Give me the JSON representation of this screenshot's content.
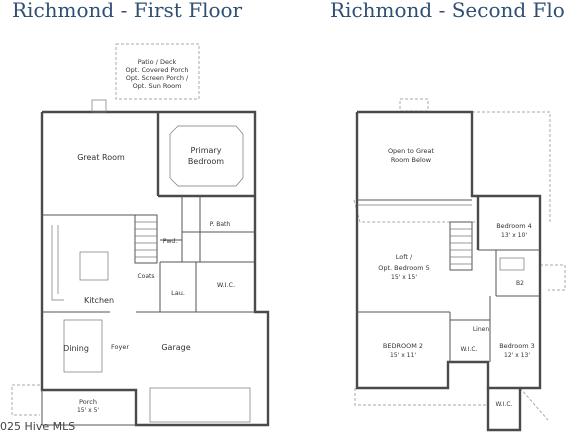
{
  "titles": {
    "first": "Richmond - First Floor",
    "second": "Richmond - Second Flo"
  },
  "first_floor": {
    "patio_l1": "Patio / Deck",
    "patio_l2": "Opt. Covered Porch",
    "patio_l3": "Opt. Screen Porch /",
    "patio_l4": "Opt. Sun Room",
    "great_room": "Great Room",
    "primary_l1": "Primary",
    "primary_l2": "Bedroom",
    "p_bath": "P. Bath",
    "pwd": "Pwd.",
    "lau": "Lau.",
    "wic": "W.I.C.",
    "kitchen": "Kitchen",
    "dining": "Dining",
    "foyer": "Foyer",
    "garage": "Garage",
    "porch": "Porch",
    "porch_size": "15' x 5'",
    "coats": "Coats"
  },
  "second_floor": {
    "open_l1": "Open to Great",
    "open_l2": "Room Below",
    "bed4": "Bedroom 4",
    "bed4_size": "13' x 10'",
    "loft_l1": "Loft /",
    "loft_l2": "Opt. Bedroom 5",
    "loft_size": "15' x 15'",
    "b2": "B2",
    "linen": "Linen",
    "bed2": "BEDROOM 2",
    "bed2_size": "15' x 11'",
    "wic_mid": "W.I.C.",
    "bed3": "Bedroom 3",
    "bed3_size": "12' x 13'",
    "wic_bottom": "W.I.C."
  },
  "watermark": "025 Hive MLS"
}
